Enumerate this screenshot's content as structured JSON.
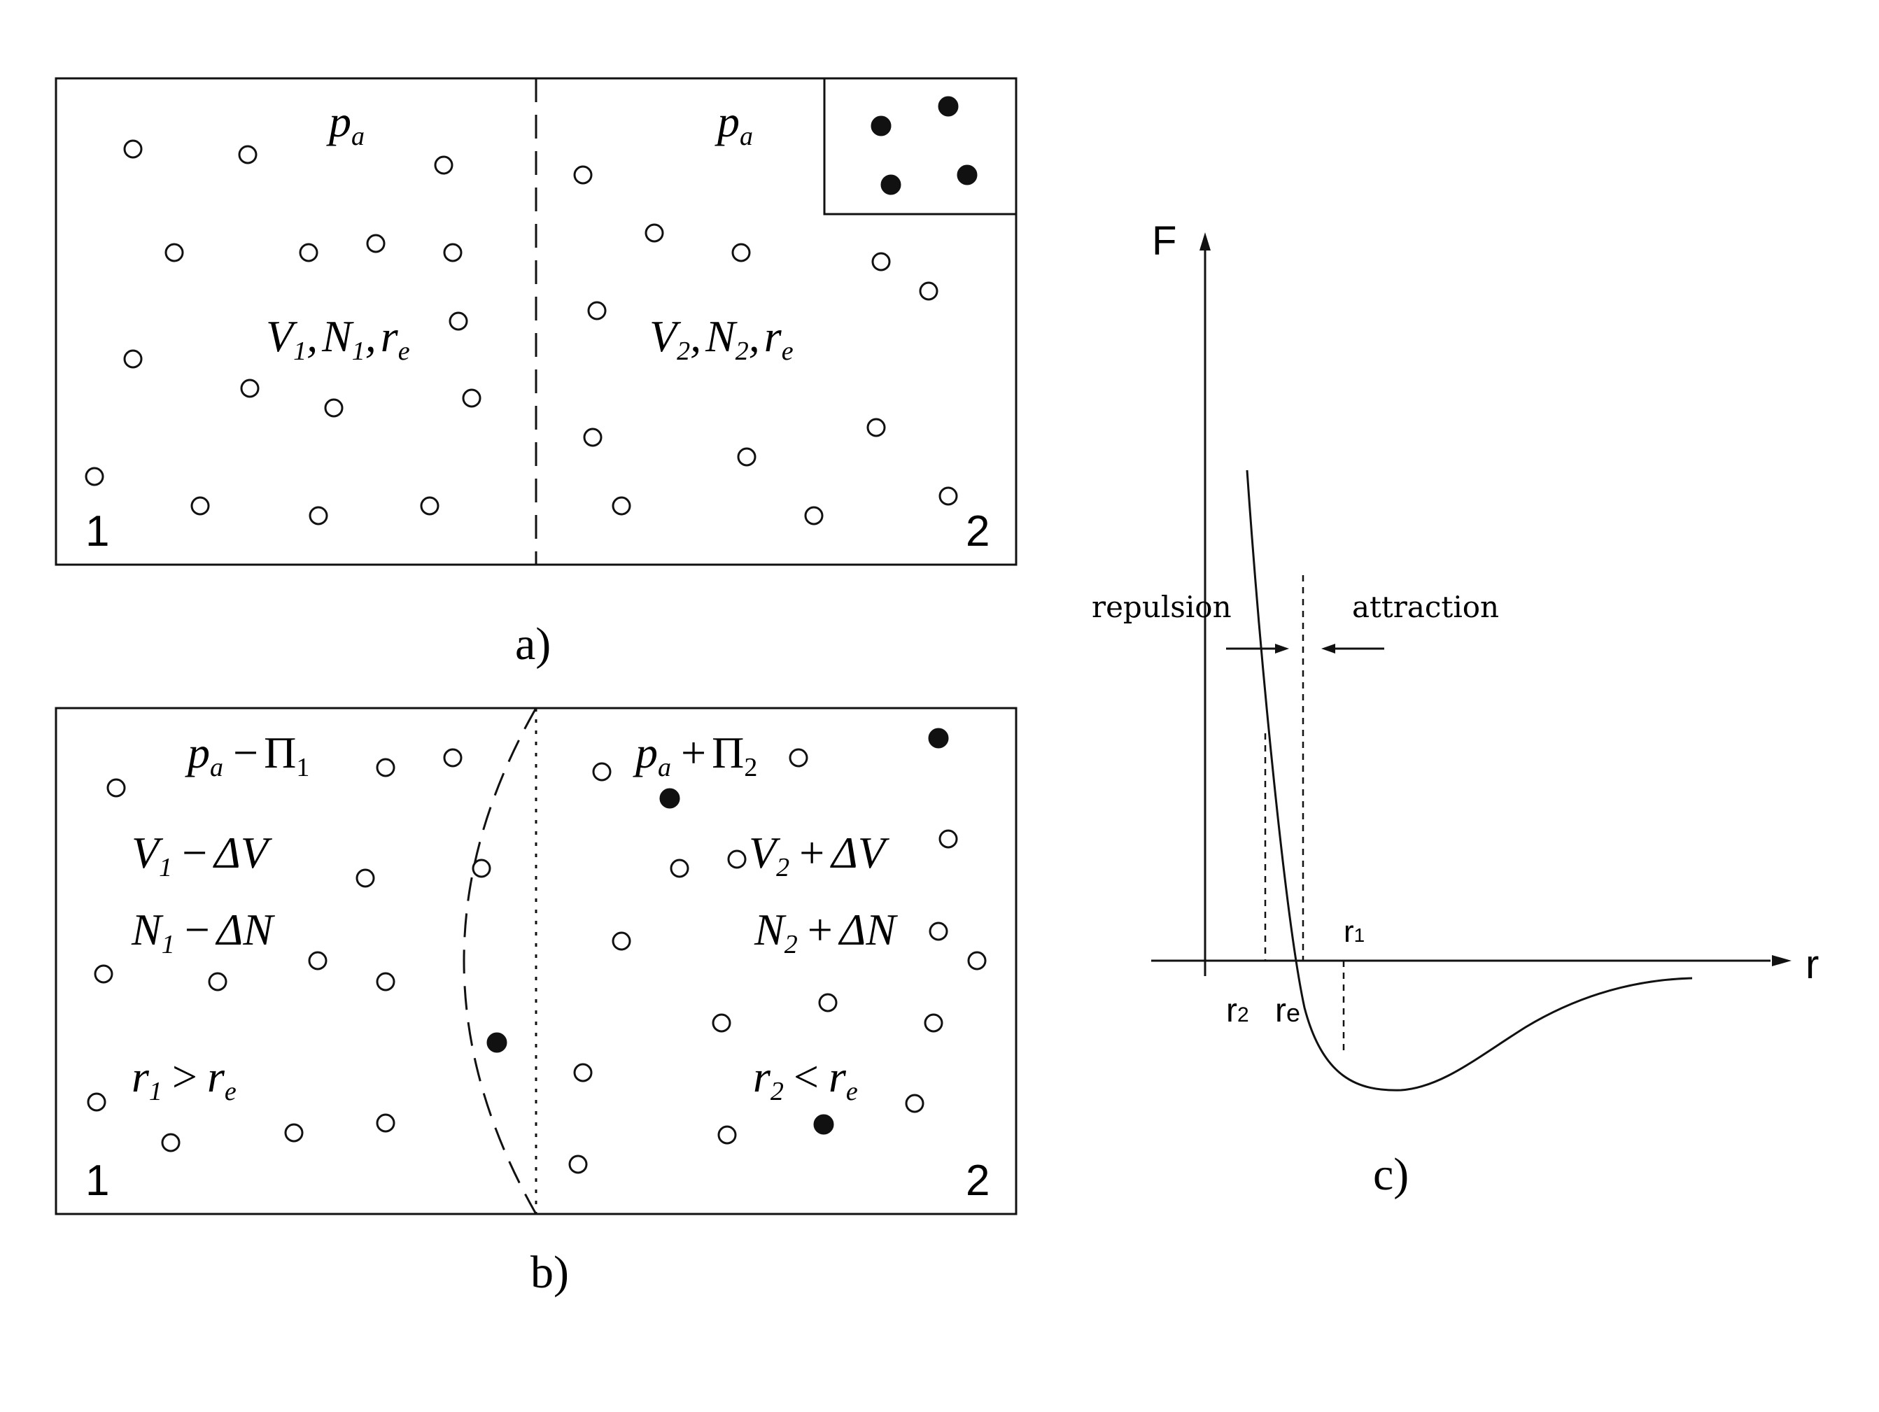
{
  "panel_a": {
    "caption": "a)",
    "corner_left": "1",
    "corner_right": "2",
    "left_pressure": {
      "p": "p",
      "sub": "a"
    },
    "right_pressure": {
      "p": "p",
      "sub": "a"
    },
    "left_vars": {
      "V": "V",
      "V_sub": "1",
      "N": "N",
      "N_sub": "1",
      "r": "r",
      "r_sub": "e",
      "comma": ","
    },
    "right_vars": {
      "V": "V",
      "V_sub": "2",
      "N": "N",
      "N_sub": "2",
      "r": "r",
      "r_sub": "e",
      "comma": ","
    }
  },
  "panel_b": {
    "caption": "b)",
    "corner_left": "1",
    "corner_right": "2",
    "left_pressure": {
      "p": "p",
      "sub": "a",
      "op": "−",
      "Pi": "Π",
      "Pi_sub": "1"
    },
    "right_pressure": {
      "p": "p",
      "sub": "a",
      "op": "+",
      "Pi": "Π",
      "Pi_sub": "2"
    },
    "left_volume": {
      "V": "V",
      "sub": "1",
      "op": "−",
      "delta": "ΔV"
    },
    "right_volume": {
      "V": "V",
      "sub": "2",
      "op": "+",
      "delta": "ΔV"
    },
    "left_number": {
      "N": "N",
      "sub": "1",
      "op": "−",
      "delta": "ΔN"
    },
    "right_number": {
      "N": "N",
      "sub": "2",
      "op": "+",
      "delta": "ΔN"
    },
    "left_radius": {
      "r": "r",
      "sub": "1",
      "op": ">",
      "r2": "r",
      "r2_sub": "e"
    },
    "right_radius": {
      "r": "r",
      "sub": "2",
      "op": "<",
      "r2": "r",
      "r2_sub": "e"
    }
  },
  "panel_c": {
    "caption": "c)",
    "y_axis_label": "F",
    "x_axis_label": "r",
    "repulsion_label": "repulsion",
    "attraction_label": "attraction",
    "tick_r1": {
      "r": "r",
      "sub": "1"
    },
    "tick_r2": {
      "r": "r",
      "sub": "2"
    },
    "tick_re": {
      "r": "r",
      "sub": "e"
    }
  },
  "colors": {
    "line": "#111111",
    "background": "#ffffff"
  }
}
